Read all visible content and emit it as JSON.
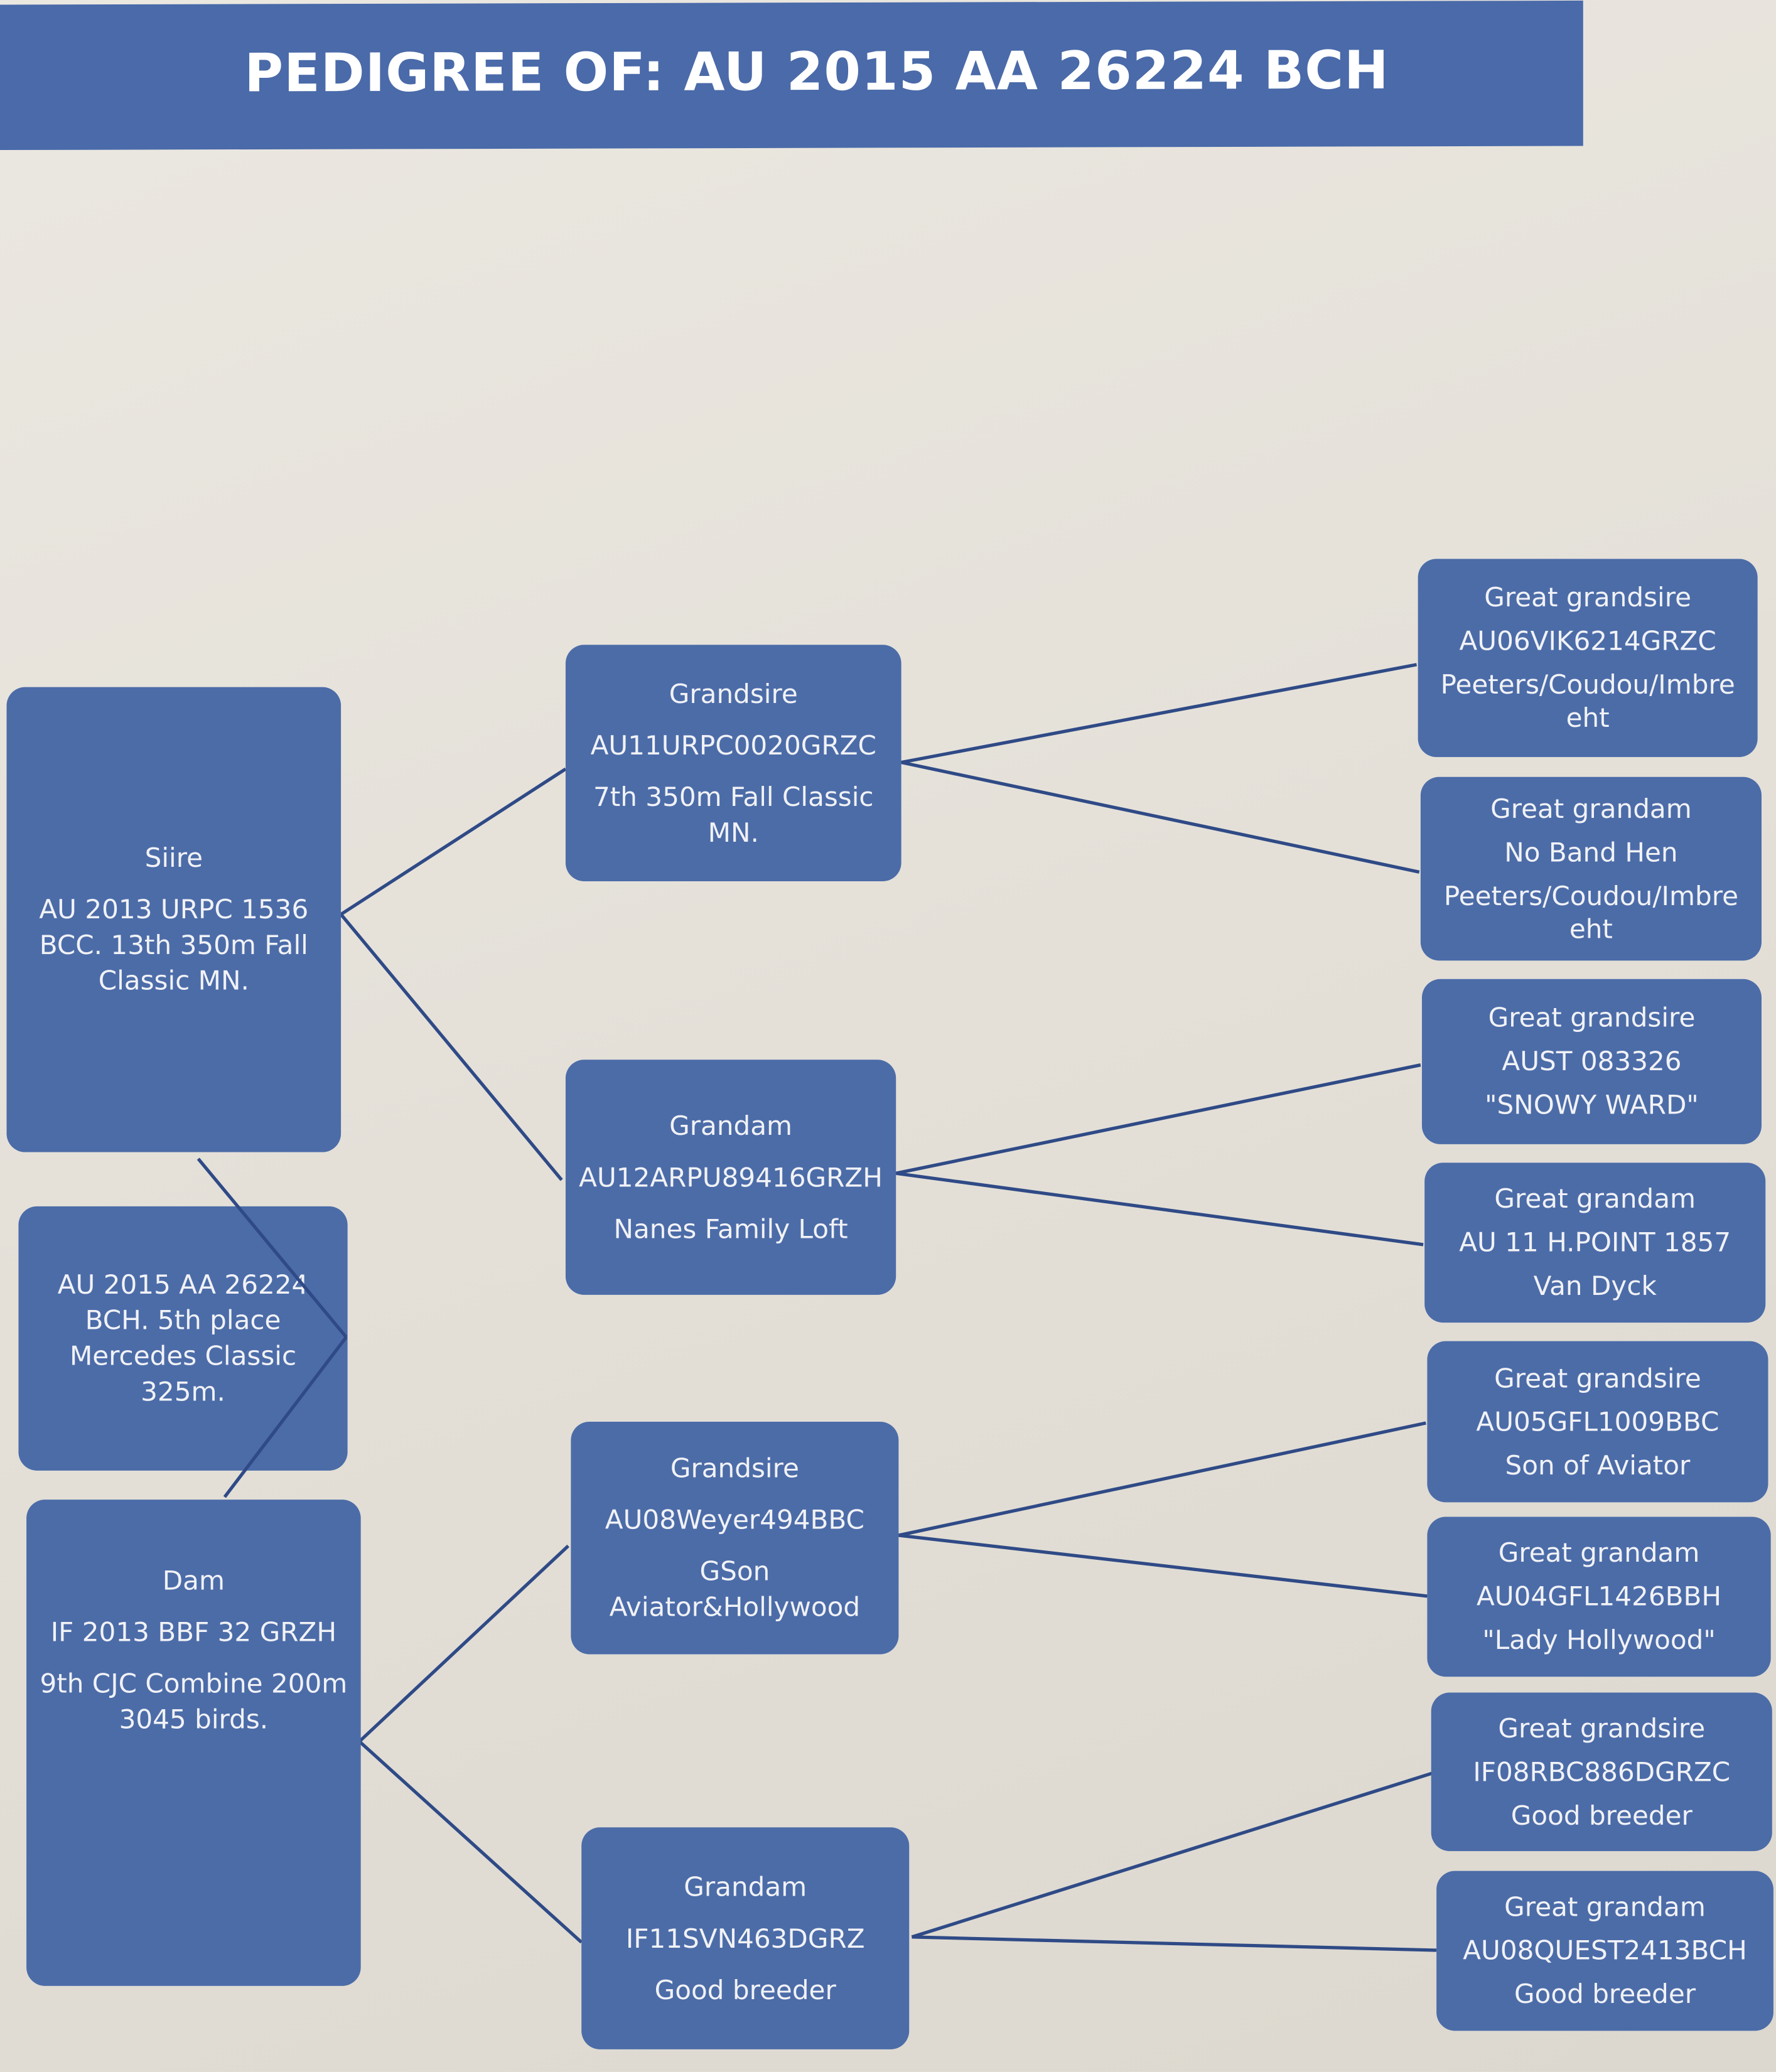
{
  "title": "PEDIGREE OF: AU 2015 AA 26224 BCH",
  "colors": {
    "box": "#4c6ca8",
    "banner": "#4a6aa9",
    "line": "#2f4a86",
    "paper": "#e6e2da"
  },
  "subject": {
    "lines": [
      "AU 2015 AA 26224 BCH. 5th place Mercedes Classic 325m."
    ]
  },
  "sire": {
    "lines": [
      "Siire",
      "AU 2013 URPC 1536 BCC. 13th 350m Fall Classic MN."
    ]
  },
  "dam": {
    "lines": [
      "Dam",
      "IF 2013 BBF 32 GRZH",
      "9th CJC Combine 200m 3045 birds."
    ]
  },
  "grandparents": [
    {
      "lines": [
        "Grandsire",
        "AU11URPC0020GRZC",
        "7th 350m Fall Classic MN."
      ]
    },
    {
      "lines": [
        "Grandam",
        "AU12ARPU89416GRZH",
        "Nanes Family Loft"
      ]
    },
    {
      "lines": [
        "Grandsire",
        "AU08Weyer494BBC",
        "GSon Aviator&Hollywood"
      ]
    },
    {
      "lines": [
        "Grandam",
        "IF11SVN463DGRZ",
        "Good breeder"
      ]
    }
  ],
  "great_grandparents": [
    {
      "lines": [
        "Great grandsire",
        "AU06VIK6214GRZC",
        "Peeters/Coudou/Imbre eht"
      ]
    },
    {
      "lines": [
        "Great grandam",
        "No Band Hen",
        "Peeters/Coudou/Imbre eht"
      ]
    },
    {
      "lines": [
        "Great grandsire",
        "AUST 083326",
        "\"SNOWY WARD\""
      ]
    },
    {
      "lines": [
        "Great grandam",
        "AU 11 H.POINT 1857",
        "Van Dyck"
      ]
    },
    {
      "lines": [
        "Great grandsire",
        "AU05GFL1009BBC",
        "Son of Aviator"
      ]
    },
    {
      "lines": [
        "Great grandam",
        "AU04GFL1426BBH",
        "\"Lady Hollywood\""
      ]
    },
    {
      "lines": [
        "Great grandsire",
        "IF08RBC886DGRZC",
        "Good breeder"
      ]
    },
    {
      "lines": [
        "Great grandam",
        "AU08QUEST2413BCH",
        "Good breeder"
      ]
    }
  ]
}
